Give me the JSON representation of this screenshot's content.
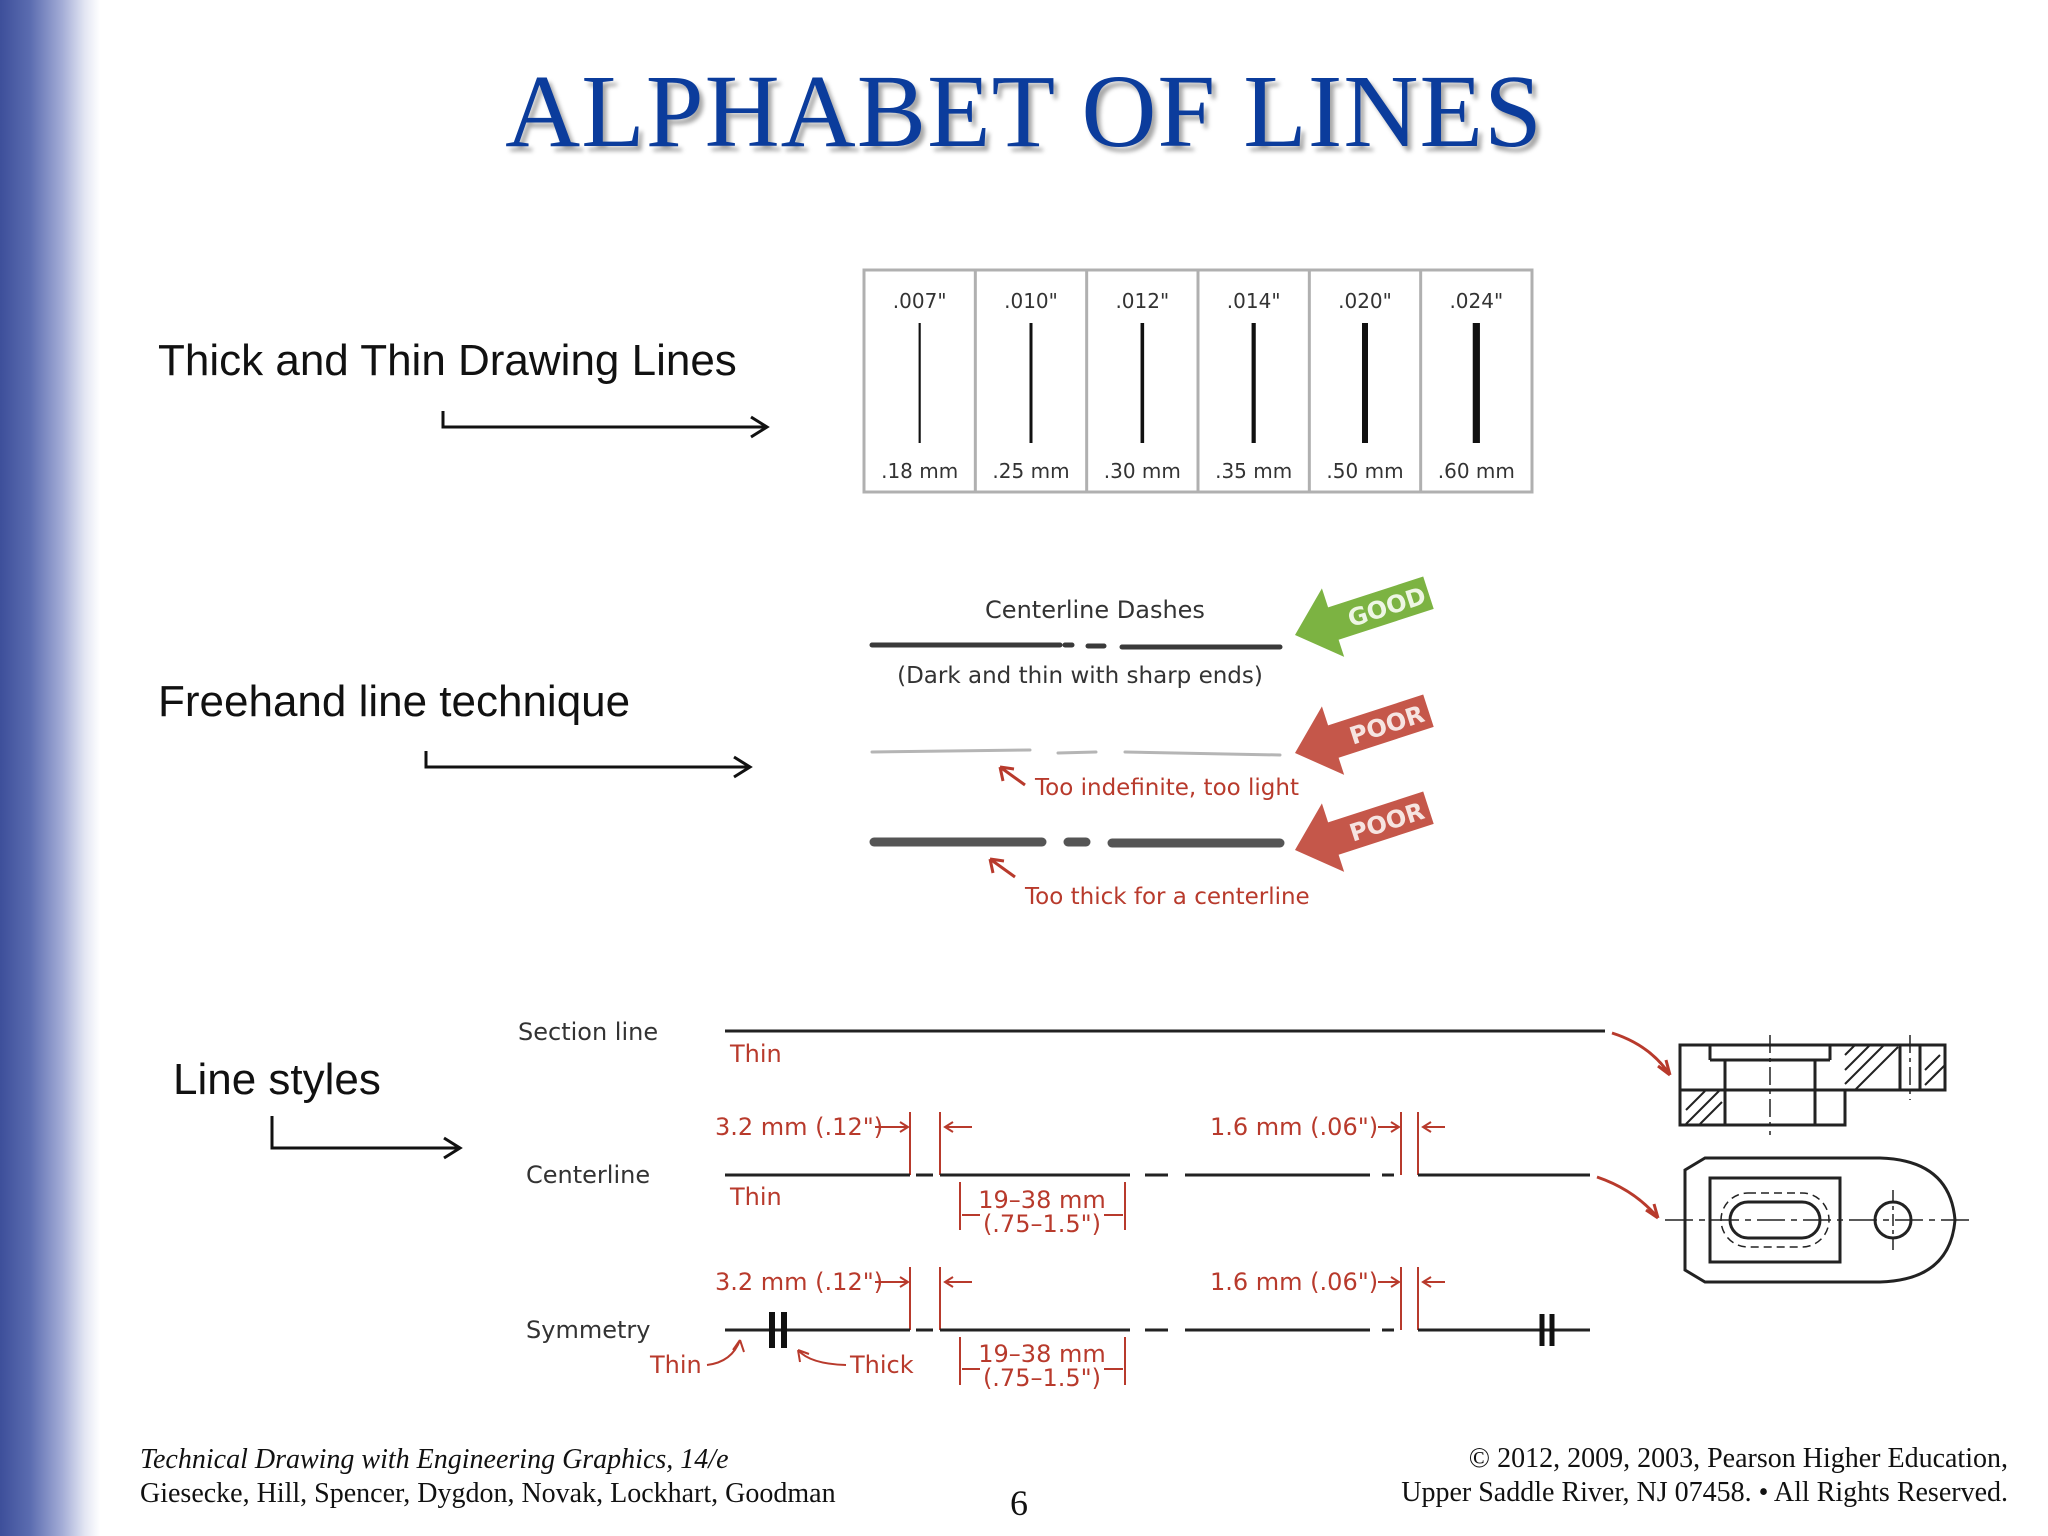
{
  "slide": {
    "title": "ALPHABET OF LINES",
    "page_number": "6"
  },
  "sections": [
    {
      "label": "Thick and Thin Drawing Lines"
    },
    {
      "label": "Freehand line technique"
    },
    {
      "label": "Line styles"
    }
  ],
  "thickness_table": {
    "columns": [
      {
        "inch": ".007\"",
        "mm": ".18 mm",
        "thickness_mm": 0.18
      },
      {
        "inch": ".010\"",
        "mm": ".25 mm",
        "thickness_mm": 0.25
      },
      {
        "inch": ".012\"",
        "mm": ".30 mm",
        "thickness_mm": 0.3
      },
      {
        "inch": ".014\"",
        "mm": ".35 mm",
        "thickness_mm": 0.35
      },
      {
        "inch": ".020\"",
        "mm": ".50 mm",
        "thickness_mm": 0.5
      },
      {
        "inch": ".024\"",
        "mm": ".60 mm",
        "thickness_mm": 0.6
      }
    ]
  },
  "freehand": {
    "heading": "Centerline Dashes",
    "good_caption": "(Dark and thin with sharp ends)",
    "good_badge": "GOOD",
    "poor_badge_1": "POOR",
    "poor_caption_1": "Too indefinite, too light",
    "poor_badge_2": "POOR",
    "poor_caption_2": "Too thick for a centerline"
  },
  "line_styles": {
    "section_line_label": "Section line",
    "section_thin": "Thin",
    "centerline_label": "Centerline",
    "centerline_thin": "Thin",
    "dim_long_gap": "3.2 mm (.12\")",
    "dim_short_gap": "1.6 mm (.06\")",
    "dash_len_mm": "19–38 mm",
    "dash_len_in": "(.75–1.5\")",
    "symmetry_label": "Symmetry",
    "symmetry_thin": "Thin",
    "symmetry_thick": "Thick"
  },
  "footer": {
    "book_title": "Technical Drawing with Engineering Graphics, 14/e",
    "authors": "Giesecke, Hill, Spencer, Dygdon, Novak, Lockhart, Goodman",
    "copyright": "© 2012, 2009, 2003, Pearson Higher Education,",
    "rights": "Upper Saddle River, NJ 07458. • All Rights Reserved."
  },
  "colors": {
    "title": "#0b3c9c",
    "annotation_red": "#b83a2c",
    "good_green": "#7cb342",
    "poor_red": "#c5574a"
  }
}
